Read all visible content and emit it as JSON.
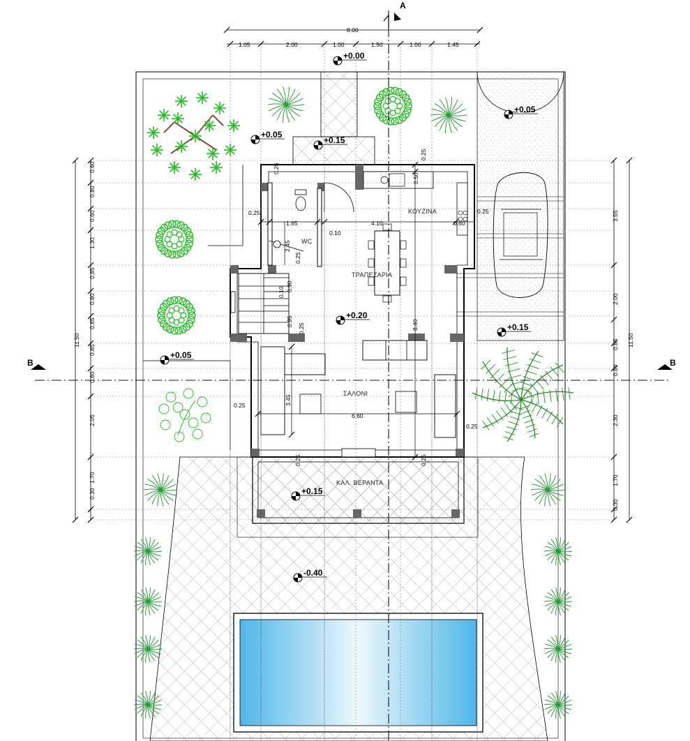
{
  "section_marks": {
    "top": "A",
    "left": "B",
    "right": "B"
  },
  "top_dimensions": {
    "overall": "8.00",
    "segments": [
      "1.05",
      "2.00",
      "1.00",
      "1.50",
      "1.00",
      "1.45"
    ]
  },
  "left_dimensions": {
    "overall": "11.50",
    "segments": [
      "0.60",
      "0.80",
      "0.60",
      "1.30",
      "0.85",
      "0.80",
      "0.85",
      "0.85",
      "0.80",
      "2.05",
      "1.70",
      "0.30"
    ]
  },
  "right_dimensions": {
    "overall": "11.50",
    "segments": [
      "3.55",
      "2.00",
      "0.85",
      "0.80",
      "2.30",
      "1.70",
      "0.30"
    ]
  },
  "interior_dimensions": {
    "d_0_25_top": "0.25",
    "d_0_25_right_top": "0.25",
    "d_0_50": "0.50",
    "d_0_25_wc_left": "0.25",
    "d_1_65": "1.65",
    "d_0_10_a": "0.10",
    "d_4_10": "4.10",
    "d_0_25_kitchen": "0.25",
    "d_0_60": "0.60",
    "d_2_45": "2.45",
    "d_0_25_stair": "0.25",
    "d_0_10_b": "0.10",
    "d_0_90": "0.90",
    "d_0_95": "0.95",
    "d_0_25_stair_b": "0.25",
    "d_8_40": "8.40",
    "d_3_45": "3.45",
    "d_0_25_living_left": "0.25",
    "d_6_60": "6.60",
    "d_0_25_living_right": "0.25",
    "d_0_25_bottom_left": "0.25",
    "d_0_25_bottom_right": "0.25"
  },
  "rooms": {
    "kitchen": "ΚΟΥΖΙΝΑ",
    "wc": "WC",
    "dining": "ΤΡΑΠΕΖΑΡΙΑ",
    "living": "ΣΑΛΟΝΙ",
    "veranda": "ΚΑΛ. ΒΕΡΑΝΤΑ"
  },
  "levels": {
    "entrance": "+0.00",
    "garden_top_left": "+0.05",
    "steps": "+0.15",
    "parking_top": "+0.05",
    "interior": "+0.20",
    "garden_left": "+0.05",
    "parking": "+0.15",
    "veranda": "+0.15",
    "pool_deck": "-0.40"
  },
  "colors": {
    "pool_edge": "#4fb6e8",
    "pool_center": "#eef8fd",
    "tree_green": "#1fbf1f",
    "tree_branch": "#8a4a3a",
    "palm_green": "#1e8f1e",
    "hatch": "#9a9a9a"
  }
}
